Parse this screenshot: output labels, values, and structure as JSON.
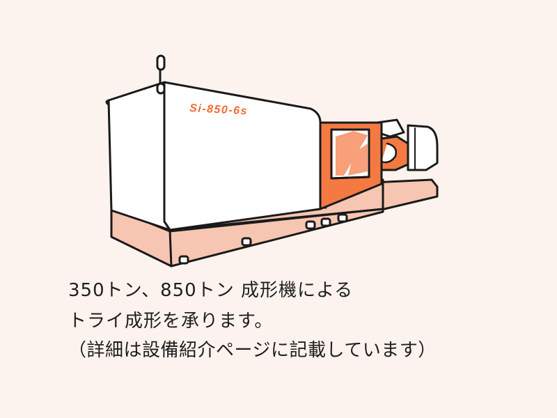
{
  "machine": {
    "model_label": "Si-850-6s",
    "colors": {
      "stroke": "#1a1a1a",
      "housing": "#ffffff",
      "base": "#f6c6b2",
      "accent": "#f47a42",
      "label": "#f26a30"
    }
  },
  "caption": {
    "line1": "350トン、850トン 成形機による",
    "line2": "トライ成形を承ります。",
    "line3": "（詳細は設備紹介ページに記載しています）"
  }
}
